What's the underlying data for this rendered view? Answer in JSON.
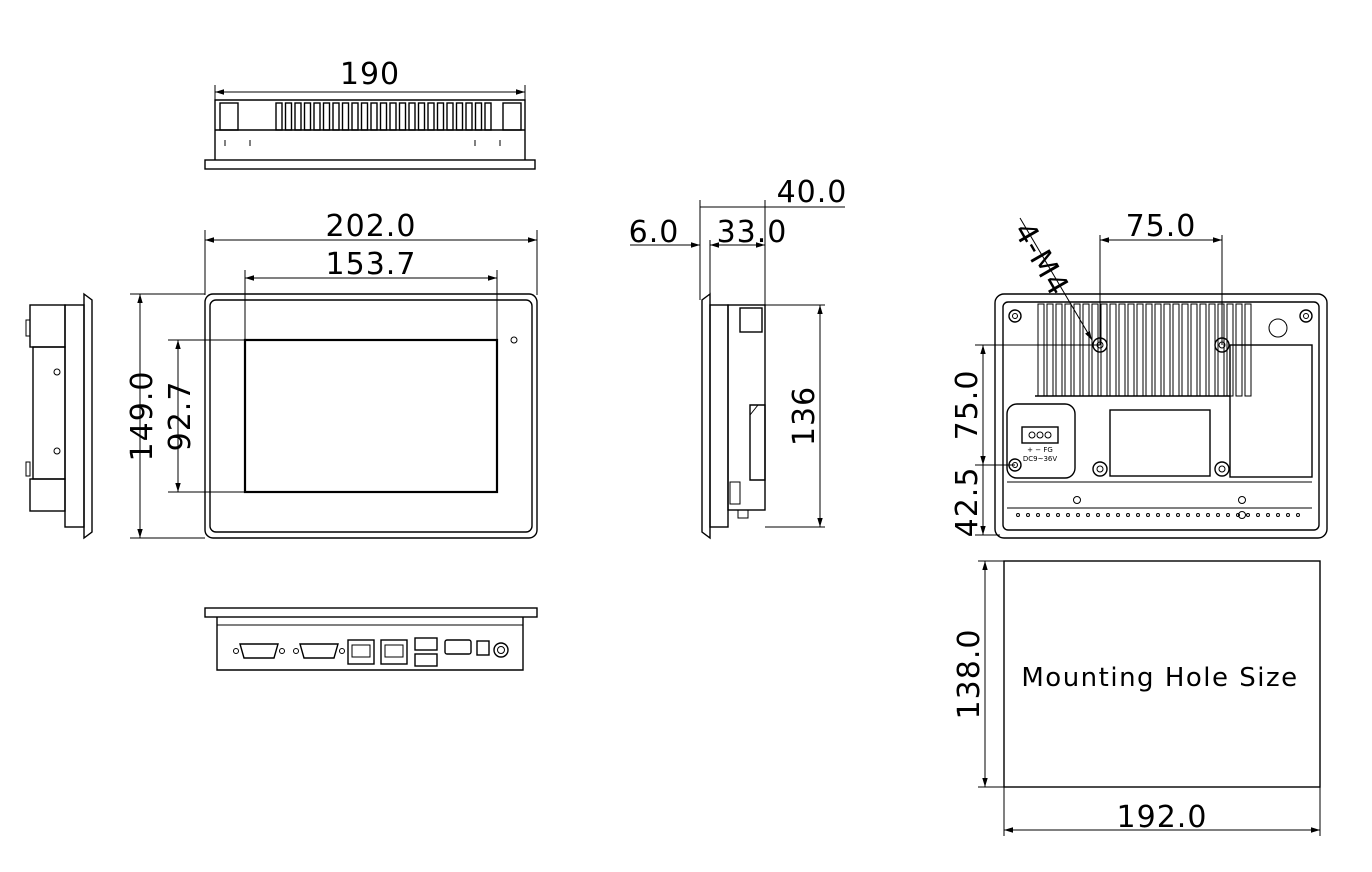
{
  "dimensions": {
    "top_width": "190",
    "front_width": "202.0",
    "screen_width": "153.7",
    "front_height": "149.0",
    "screen_height": "92.7",
    "depth_total": "40.0",
    "depth_bezel": "6.0",
    "depth_body": "33.0",
    "side_height": "136",
    "rear_hole_spacing_h": "75.0",
    "screw_callout": "4-M4",
    "rear_hole_spacing_v": "75.0",
    "rear_hole_offset": "42.5",
    "cutout_height": "138.0",
    "cutout_width": "192.0"
  },
  "labels": {
    "cutout_caption": "Mounting Hole Size",
    "power_label": "DC9~36V",
    "power_pins": "+ − FG"
  },
  "colors": {
    "line": "#000000",
    "background": "#ffffff"
  }
}
